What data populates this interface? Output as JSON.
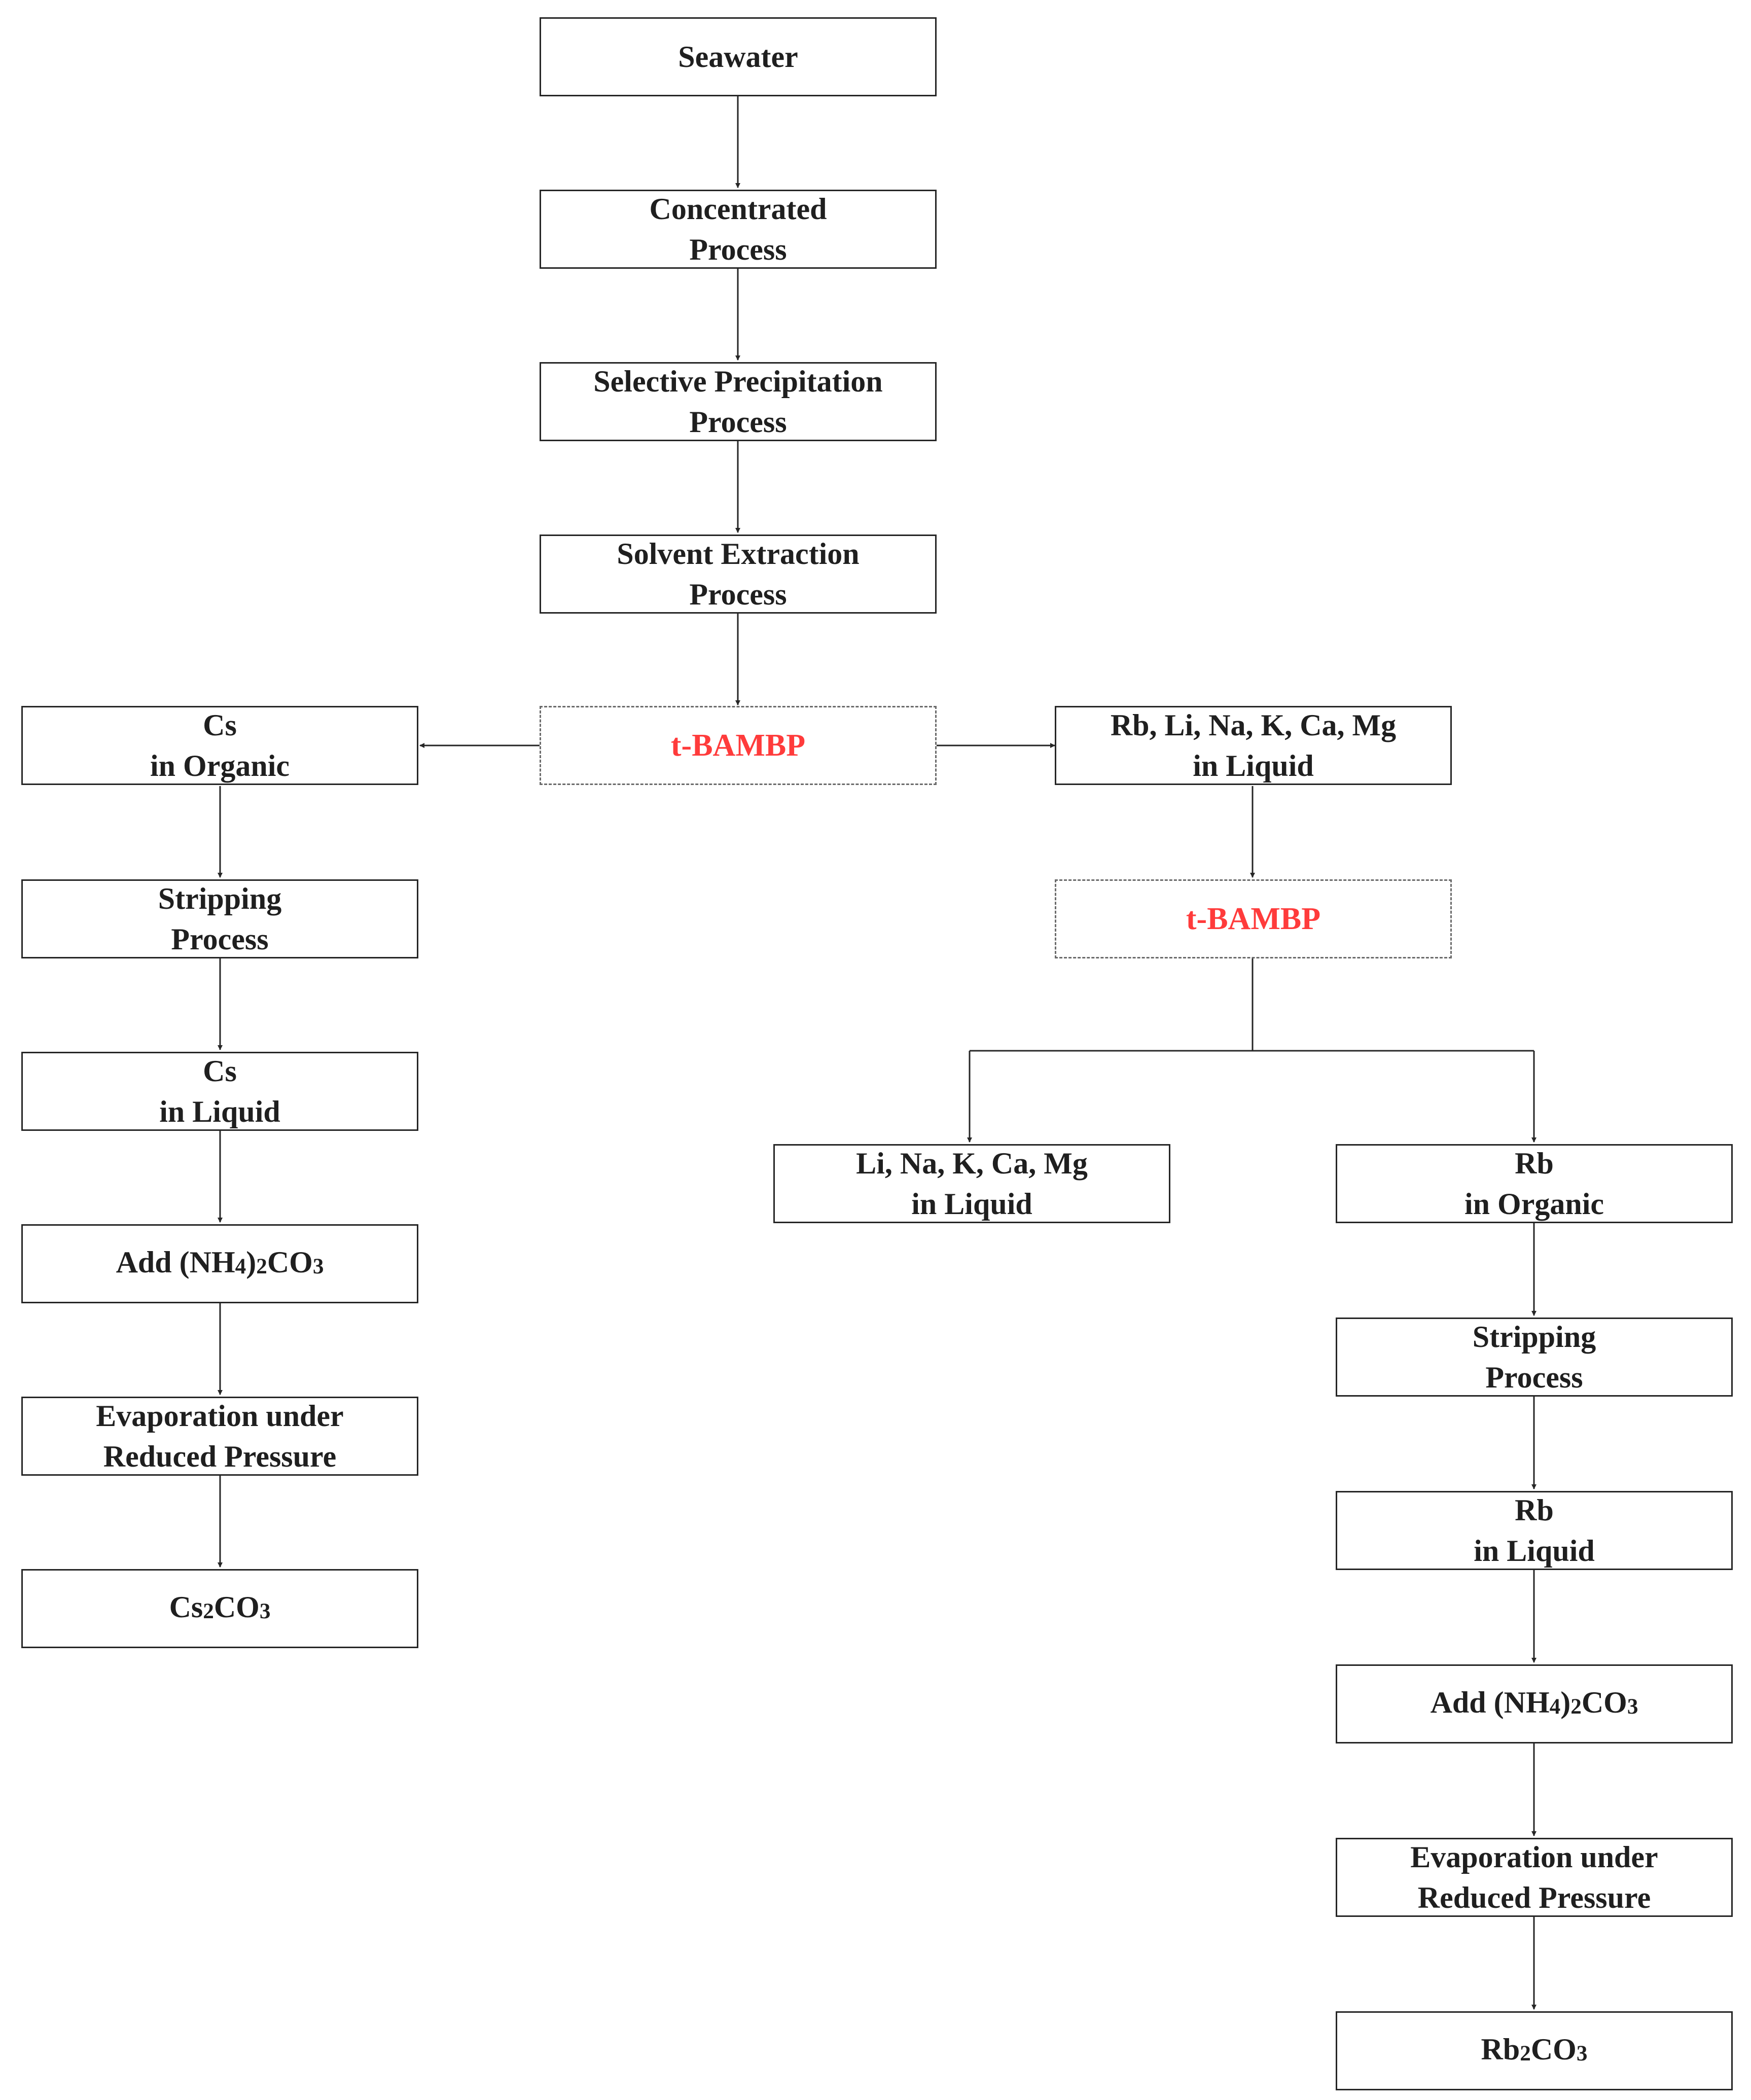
{
  "nodes": {
    "seawater": "Seawater",
    "concentrated": [
      "Concentrated",
      "Process"
    ],
    "precipitation": [
      "Selective Precipitation",
      "Process"
    ],
    "solvent": [
      "Solvent Extraction",
      "Process"
    ],
    "tbambp_1": "t-BAMBP",
    "cs_organic": [
      "Cs",
      "in Organic"
    ],
    "rb_mix_liquid": [
      "Rb, Li, Na, K, Ca, Mg",
      "in Liquid"
    ],
    "cs_stripping": [
      "Stripping",
      "Process"
    ],
    "tbambp_2": "t-BAMBP",
    "cs_liquid": [
      "Cs",
      "in Liquid"
    ],
    "mix_liquid": [
      "Li, Na, K, Ca, Mg",
      "in Liquid"
    ],
    "rb_organic": [
      "Rb",
      "in Organic"
    ],
    "cs_add": {
      "pre": "Add (NH",
      "s1": "4",
      "mid": ")",
      "s2": "2",
      "mid2": "CO",
      "s3": "3"
    },
    "rb_stripping": [
      "Stripping",
      "Process"
    ],
    "cs_evap": [
      "Evaporation under",
      "Reduced Pressure"
    ],
    "rb_liquid": [
      "Rb",
      "in Liquid"
    ],
    "cs_product": {
      "pre": "Cs",
      "s1": "2",
      "mid": "CO",
      "s2": "3"
    },
    "rb_add": {
      "pre": "Add (NH",
      "s1": "4",
      "mid": ")",
      "s2": "2",
      "mid2": "CO",
      "s3": "3"
    },
    "rb_evap": [
      "Evaporation under",
      "Reduced Pressure"
    ],
    "rb_product": {
      "pre": "Rb",
      "s1": "2",
      "mid": "CO",
      "s2": "3"
    }
  },
  "colors": {
    "reagent_text": "#ff3b3b",
    "box_border": "#262626",
    "connector": "#262626"
  }
}
